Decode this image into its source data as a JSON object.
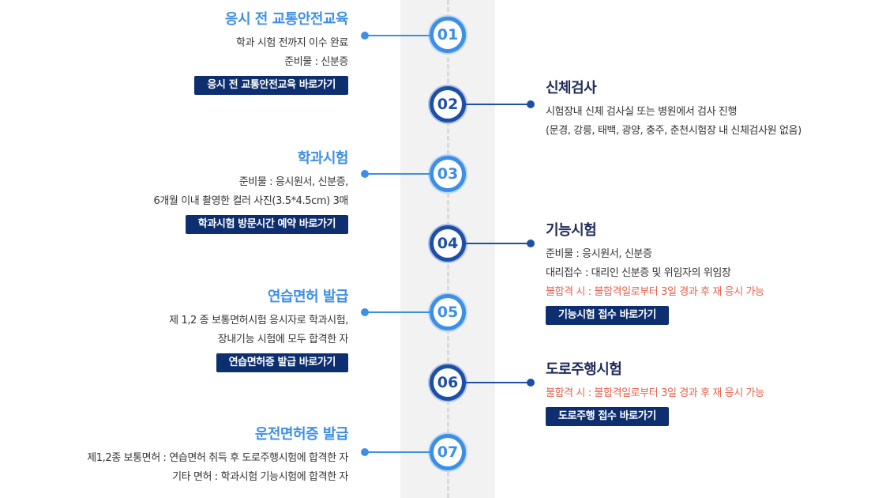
{
  "steps": [
    {
      "num": "01",
      "title": "응시 전 교통안전교육",
      "lines": [
        "학과 시험 전까지 이수 완료",
        "준비물 : 신분증"
      ],
      "button": "응시 전 교통안전교육 바로가기"
    },
    {
      "num": "02",
      "title": "신체검사",
      "lines": [
        "시험장내 신체 검사실 또는 병원에서 검사 진행",
        "(문경, 강릉, 태백, 광양, 충주, 춘천시험장 내 신체검사원 없음)"
      ]
    },
    {
      "num": "03",
      "title": "학과시험",
      "lines": [
        "준비물 : 응시원서, 신분증,",
        "6개월 이내 촬영한 컬러 사진(3.5*4.5cm) 3매"
      ],
      "button": "학과시험 방문시간 예약 바로가기"
    },
    {
      "num": "04",
      "title": "기능시험",
      "lines": [
        "준비물 : 응시원서, 신분증",
        "대리접수 : 대리인 신분증 및 위임자의 위임장"
      ],
      "warning": "불합격 시 : 불합격일로부터 3일 경과 후 재 응시 가능",
      "button": "기능시험 접수 바로가기"
    },
    {
      "num": "05",
      "title": "연습면허 발급",
      "lines": [
        "제 1,2 종 보통면허시험 응시자로 학과시험,",
        "장내기능 시험에 모두 합격한 자"
      ],
      "button": "연습면허증 발급 바로가기"
    },
    {
      "num": "06",
      "title": "도로주행시험",
      "warning": "불합격 시 : 불합격일로부터 3일 경과 후 재 응시 가능",
      "button": "도로주행 접수 바로가기"
    },
    {
      "num": "07",
      "title": "운전면허증 발급",
      "lines": [
        "제1,2종 보통면허 : 연습면허 취득 후 도로주행시험에 합격한 자",
        "기타 면허 : 학과시험 기능시험에 합격한 자"
      ]
    }
  ],
  "colors": {
    "light_blue": "#3d8fe6",
    "dark_blue": "#1e4fa6",
    "navy_button": "#0e2f6f",
    "warning_red": "#e8604c"
  },
  "icons": [
    "step-marker-dot"
  ]
}
